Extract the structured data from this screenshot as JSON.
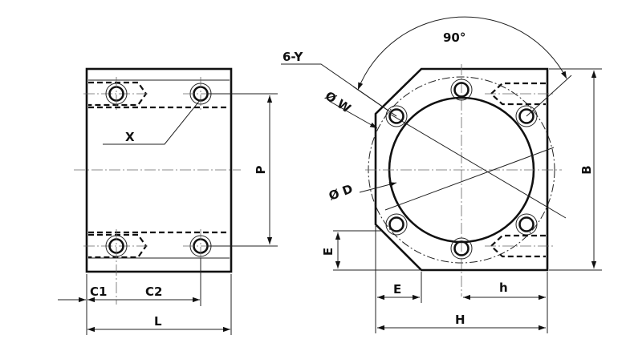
{
  "labels": {
    "x": "X",
    "p": "P",
    "c1": "C1",
    "c2": "C2",
    "l": "L",
    "y_holes": "6-Y",
    "angle": "90°",
    "w": "Ø W",
    "d": "Ø D",
    "b": "B",
    "e_vertical": "E",
    "e_horizontal": "E",
    "h_small": "h",
    "h_large": "H"
  }
}
